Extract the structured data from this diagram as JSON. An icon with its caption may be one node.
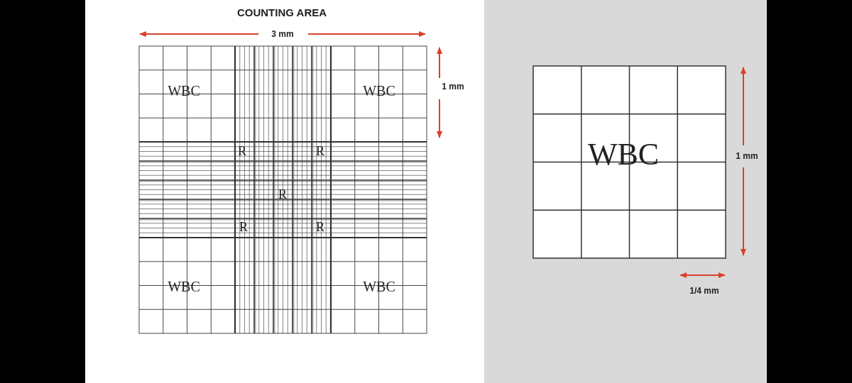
{
  "diagram": {
    "title": "COUNTING AREA",
    "labels": [
      "3 mm",
      "WBC",
      "WBC",
      "1 mm",
      "R",
      "R",
      "WBC",
      "1 mm",
      "R",
      "R",
      "R",
      "WBC",
      "WBC",
      "1/4 mm"
    ]
  }
}
